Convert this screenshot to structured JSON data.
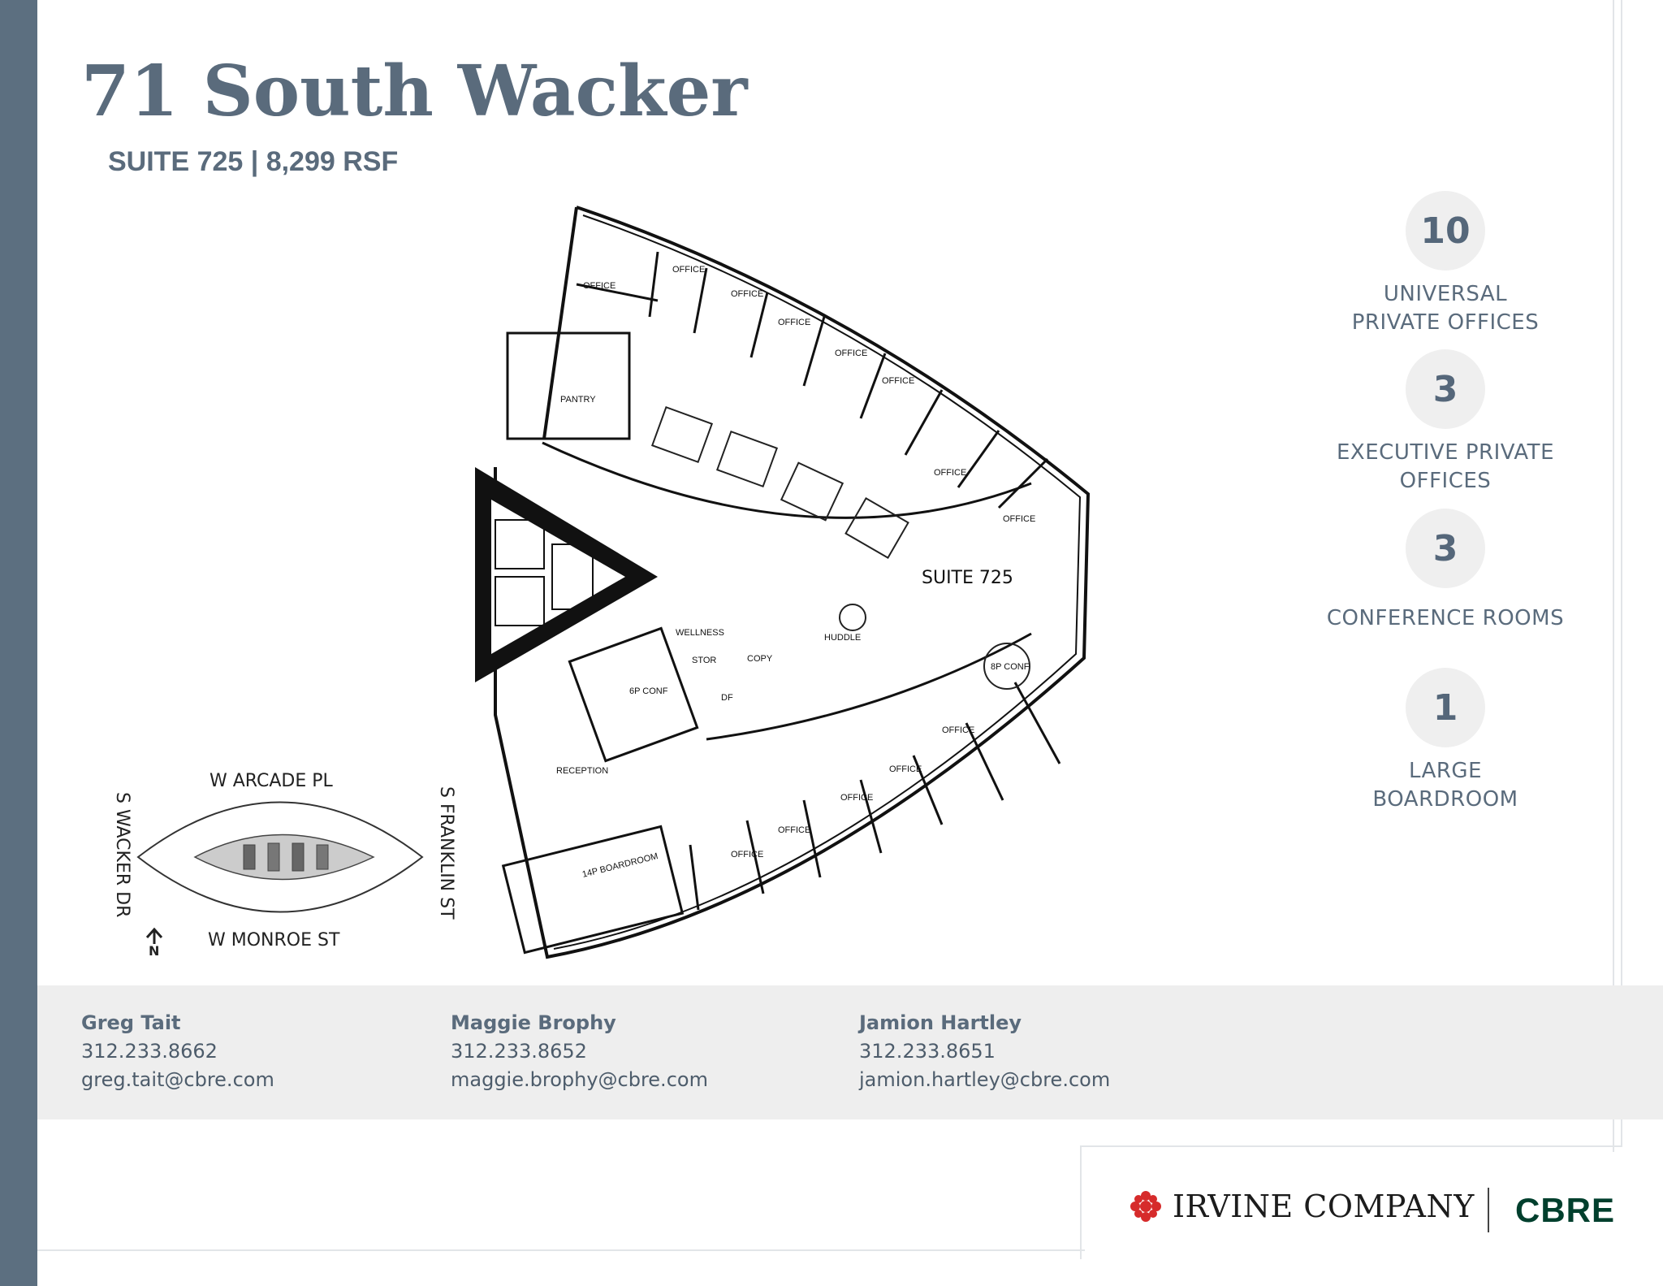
{
  "header": {
    "title": "71 South Wacker",
    "subtitle": "SUITE 725 | 8,299 RSF"
  },
  "stats": [
    {
      "number": "10",
      "line1": "UNIVERSAL",
      "line2": "PRIVATE OFFICES"
    },
    {
      "number": "3",
      "line1": "EXECUTIVE PRIVATE",
      "line2": "OFFICES"
    },
    {
      "number": "3",
      "line1": "CONFERENCE ROOMS",
      "line2": ""
    },
    {
      "number": "1",
      "line1": "LARGE",
      "line2": "BOARDROOM"
    }
  ],
  "floor_plan": {
    "suite_label": "SUITE 725",
    "rooms": {
      "office": "OFFICE",
      "huddle": "HUDDLE",
      "conf_8p": "8P CONF",
      "conf_6p": "6P CONF",
      "boardroom": "14P BOARDROOM",
      "reception": "RECEPTION",
      "copy": "COPY",
      "stor": "STOR",
      "df": "DF",
      "wellness": "WELLNESS",
      "pantry": "PANTRY"
    }
  },
  "key_map": {
    "north_street": "W ARCADE PL",
    "south_street": "W MONROE ST",
    "west_street": "S WACKER DR",
    "east_street": "S FRANKLIN ST",
    "north_arrow": "N"
  },
  "contacts": [
    {
      "name": "Greg Tait",
      "phone": "312.233.8662",
      "email": "greg.tait@cbre.com"
    },
    {
      "name": "Maggie Brophy",
      "phone": "312.233.8652",
      "email": "maggie.brophy@cbre.com"
    },
    {
      "name": "Jamion Hartley",
      "phone": "312.233.8651",
      "email": "jamion.hartley@cbre.com"
    }
  ],
  "logos": {
    "irvine": "IRVINE COMPANY",
    "cbre": "CBRE",
    "irvine_color": "#d62b2b",
    "cbre_color": "#003f2d"
  },
  "colors": {
    "accent_slate": "#5c6f80",
    "contact_band": "#eeeeee"
  }
}
